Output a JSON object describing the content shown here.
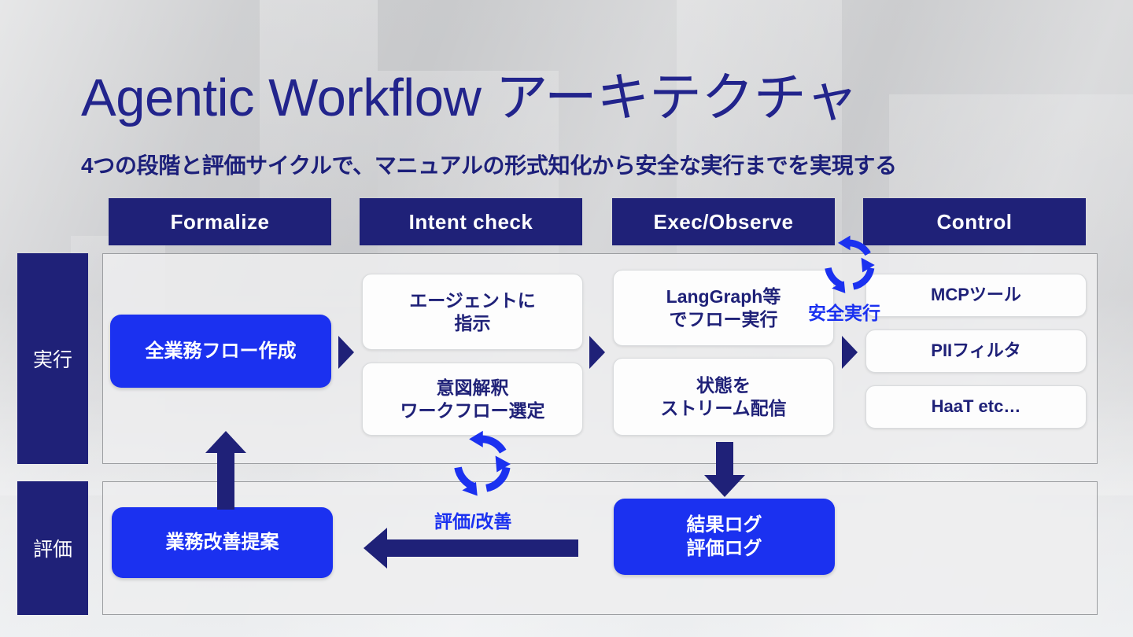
{
  "slide": {
    "title": "Agentic Workflow アーキテクチャ",
    "subtitle": "4つの段階と評価サイクルで、マニュアルの形式知化から安全な実行までを実現する",
    "accent_navy": "#1f2178",
    "accent_blue": "#1b31f0",
    "panel_bg": "#edeeef",
    "card_bg": "#fdfdfd",
    "background": "light-gray-gradient-photo"
  },
  "stages": [
    {
      "id": "formalize",
      "label": "Formalize"
    },
    {
      "id": "intent-check",
      "label": "Intent check"
    },
    {
      "id": "exec-observe",
      "label": "Exec/Observe"
    },
    {
      "id": "control",
      "label": "Control"
    }
  ],
  "rows": [
    {
      "id": "exec",
      "label": "実行"
    },
    {
      "id": "eval",
      "label": "評価"
    }
  ],
  "nodes": {
    "flow_creation": {
      "label": "全業務フロー作成",
      "style": "primary"
    },
    "agent_instruct": {
      "label": "エージェントに\n指示",
      "style": "card"
    },
    "intent_parse": {
      "label": "意図解釈\nワークフロー選定",
      "style": "card"
    },
    "langgraph_exec": {
      "label": "LangGraph等\nでフロー実行",
      "style": "card"
    },
    "state_stream": {
      "label": "状態を\nストリーム配信",
      "style": "card"
    },
    "mcp_tool": {
      "label": "MCPツール",
      "style": "card"
    },
    "pii_filter": {
      "label": "PIIフィルタ",
      "style": "card"
    },
    "haat_etc": {
      "label": "HaaT  etc…",
      "style": "card"
    },
    "improve_proposal": {
      "label": "業務改善提案",
      "style": "primary"
    },
    "result_logs": {
      "label": "結果ログ\n評価ログ",
      "style": "primary"
    }
  },
  "cycles": [
    {
      "id": "safe-exec",
      "label": "安全実行",
      "icon": "circular-arrows-icon",
      "color": "#1b31f0"
    },
    {
      "id": "eval-loop",
      "label": "評価/改善",
      "icon": "circular-arrows-icon",
      "color": "#1b31f0"
    }
  ],
  "connectors": [
    {
      "id": "formalize-to-intent",
      "icon": "triangle-right-icon"
    },
    {
      "id": "intent-to-exec",
      "icon": "triangle-right-icon"
    },
    {
      "id": "exec-to-control",
      "icon": "triangle-right-icon"
    },
    {
      "id": "exec-to-logs",
      "icon": "arrow-down-icon"
    },
    {
      "id": "logs-to-improve",
      "icon": "arrow-left-icon"
    },
    {
      "id": "improve-to-flow",
      "icon": "arrow-up-icon"
    }
  ]
}
